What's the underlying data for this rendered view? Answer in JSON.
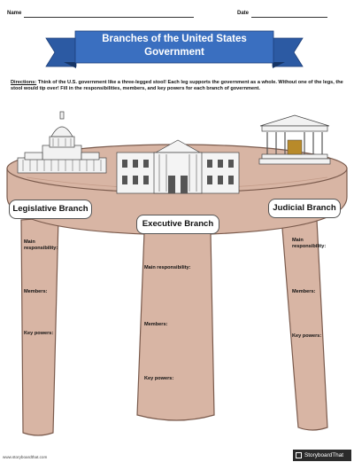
{
  "header": {
    "name_label": "Name",
    "date_label": "Date"
  },
  "banner": {
    "title": "Branches of the United States Government"
  },
  "directions": {
    "label": "Directions:",
    "text": "Think of the U.S. government like a three-legged stool! Each leg supports the government as a whole. Without one of the legs, the stool would tip over! Fill in the responsibilities, members, and key powers for each branch of government."
  },
  "branches": {
    "legislative": {
      "title": "Legislative Branch",
      "responsibility": "Main responsibility:",
      "members": "Members:",
      "powers": "Key powers:"
    },
    "executive": {
      "title": "Executive Branch",
      "responsibility": "Main responsibility:",
      "members": "Members:",
      "powers": "Key powers:"
    },
    "judicial": {
      "title": "Judicial Branch",
      "responsibility": "Main responsibility:",
      "members": "Members:",
      "powers": "Key powers:"
    }
  },
  "footer": {
    "url": "www.storyboardthat.com",
    "brand": "StoryboardThat"
  },
  "colors": {
    "banner": "#3a6fc0",
    "stool": "#d8b5a4",
    "stool_edge": "#7a5a4c"
  }
}
